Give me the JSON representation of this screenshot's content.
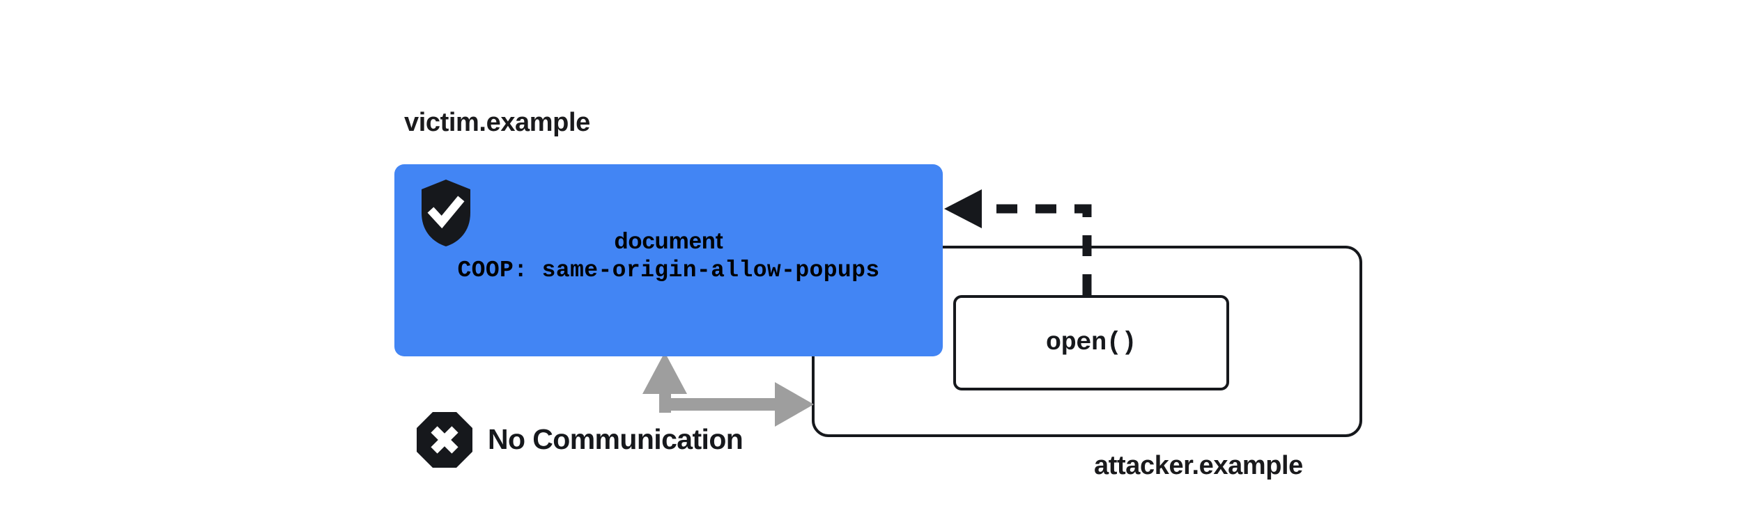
{
  "diagram": {
    "title_victim": "victim.example",
    "title_attacker": "attacker.example",
    "victim_document": {
      "doc_label": "document",
      "coop_header": "COOP: same-origin-allow-popups",
      "shield_icon": "shield-check-icon",
      "background_color": "#4285f4"
    },
    "attacker_frame": {
      "open_call_label": "open()",
      "border_color": "#16181c",
      "background_color": "#ffffff"
    },
    "no_communication": {
      "label": "No Communication",
      "icon": "octagon-x-icon",
      "arrow_color": "#9e9e9e"
    },
    "open_arrow": {
      "style": "dashed",
      "color": "#16181c",
      "direction": "attacker-to-victim"
    }
  }
}
